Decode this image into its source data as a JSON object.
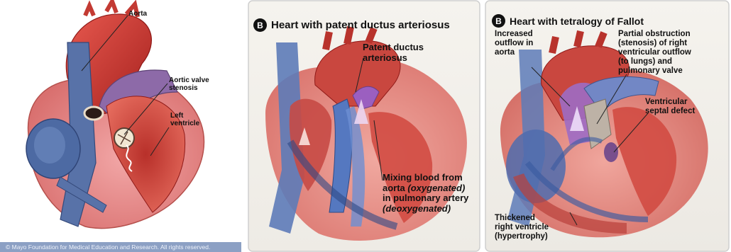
{
  "panels": [
    {
      "labels": {
        "aorta": "Aorta",
        "aortic_valve_stenosis": "Aortic valve\nstenosis",
        "left_ventricle": "Left\nventricle"
      },
      "credit": "© Mayo Foundation for Medical Education and Research.  All rights reserved."
    },
    {
      "badge": "B",
      "title": "Heart with patent ductus arteriosus",
      "labels": {
        "patent_ductus_arteriosus": "Patent ductus\narteriosus",
        "mixing_line1": "Mixing blood from",
        "mixing_line2_a": "aorta ",
        "mixing_line2_b": "(oxygenated)",
        "mixing_line3": "in pulmonary artery",
        "mixing_line4": "(deoxygenated)"
      }
    },
    {
      "badge": "B",
      "title": "Heart with tetralogy of Fallot",
      "labels": {
        "increased_outflow": "Increased\noutflow in\naorta",
        "partial_obstruction": "Partial obstruction\n(stenosis) of right\nventricular outflow\n(to lungs) and\npulmonary valve",
        "ventricular_septal_defect": "Ventricular\nseptal defect",
        "thickened_right_ventricle": "Thickened\nright ventricle\n(hypertrophy)"
      }
    }
  ],
  "colors": {
    "oxygenated_red": "#c9473f",
    "deoxygenated_blue": "#4a6fb0",
    "aorta_purple": "#8d6aa8",
    "panel_border": "#cfcfcf"
  }
}
